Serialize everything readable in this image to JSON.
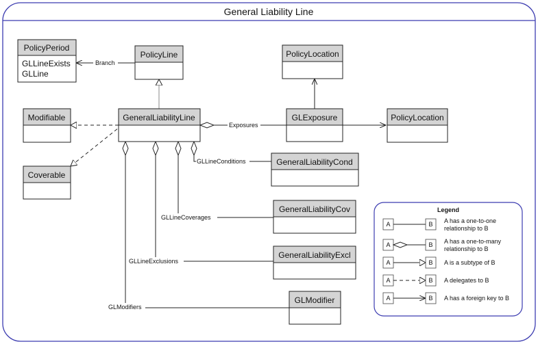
{
  "title": "General Liability Line",
  "classes": {
    "policy_period": {
      "name": "PolicyPeriod",
      "attributes": [
        "GLLineExists",
        "GLLine"
      ]
    },
    "policy_line": {
      "name": "PolicyLine"
    },
    "policy_location_top": {
      "name": "PolicyLocation"
    },
    "modifiable": {
      "name": "Modifiable"
    },
    "general_liability_line": {
      "name": "GeneralLiabilityLine"
    },
    "gl_exposure": {
      "name": "GLExposure"
    },
    "policy_location_right": {
      "name": "PolicyLocation"
    },
    "coverable": {
      "name": "Coverable"
    },
    "general_liability_cond": {
      "name": "GeneralLiabilityCond"
    },
    "general_liability_cov": {
      "name": "GeneralLiabilityCov"
    },
    "general_liability_excl": {
      "name": "GeneralLiabilityExcl"
    },
    "gl_modifier": {
      "name": "GLModifier"
    }
  },
  "relationships": {
    "branch": "Branch",
    "exposures": "Exposures",
    "gl_line_conditions": "GLLineConditions",
    "gl_line_coverages": "GLLineCoverages",
    "gl_line_exclusions": "GLLineExclusions",
    "gl_modifiers": "GLModifiers"
  },
  "legend": {
    "title": "Legend",
    "a": "A",
    "b": "B",
    "rows": [
      {
        "line1": "A has a one-to-one",
        "line2": "relationship to B"
      },
      {
        "line1": "A has a one-to-many",
        "line2": "relationship to B"
      },
      {
        "line1": "A is a subtype of  B",
        "line2": ""
      },
      {
        "line1": "A delegates to B",
        "line2": ""
      },
      {
        "line1": "A has a foreign key to B",
        "line2": ""
      }
    ]
  }
}
